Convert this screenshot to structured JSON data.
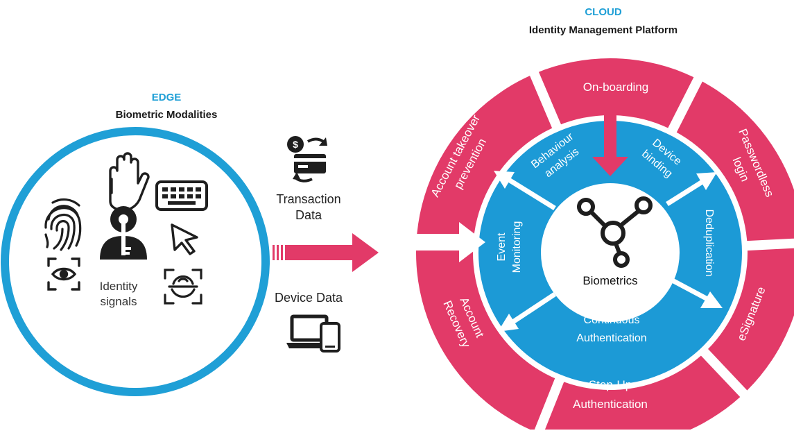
{
  "edge": {
    "heading": "EDGE",
    "subheading": "Biometric Modalities",
    "center_label_line1": "Identity",
    "center_label_line2": "signals",
    "icons": [
      "fingerprint-icon",
      "hand-palm-icon",
      "keyboard-icon",
      "person-key-icon",
      "cursor-icon",
      "eye-scan-icon",
      "face-scan-icon"
    ]
  },
  "middle": {
    "transaction_line1": "Transaction",
    "transaction_line2": "Data",
    "device_label": "Device Data",
    "icons": [
      "payment-card-exchange-icon",
      "laptop-phone-icon"
    ]
  },
  "cloud": {
    "heading": "CLOUD",
    "subheading": "Identity Management Platform",
    "core_label": "Biometrics",
    "outer_segments": {
      "onboarding": "On-boarding",
      "passwordless_line1": "Passwordless",
      "passwordless_line2": "login",
      "esignature": "eSignature",
      "stepup_line1": "Step-Up",
      "stepup_line2": "Authentication",
      "recovery_line1": "Account",
      "recovery_line2": "Recovery",
      "takeover_line1": "Account takeover",
      "takeover_line2": "prevention"
    },
    "inner_ring": {
      "behaviour_line1": "Behaviour",
      "behaviour_line2": "analysis",
      "device_binding_line1": "Device",
      "device_binding_line2": "binding",
      "deduplication": "Deduplication",
      "continuous_line1": "Continuous",
      "continuous_line2": "Authentication",
      "event_line1": "Event",
      "event_line2": "Monitoring"
    }
  },
  "colors": {
    "accent_blue": "#1f9fd6",
    "ring_blue": "#1c9ad6",
    "segment_pink": "#e23a68",
    "icon_dark": "#1e1e1e"
  }
}
